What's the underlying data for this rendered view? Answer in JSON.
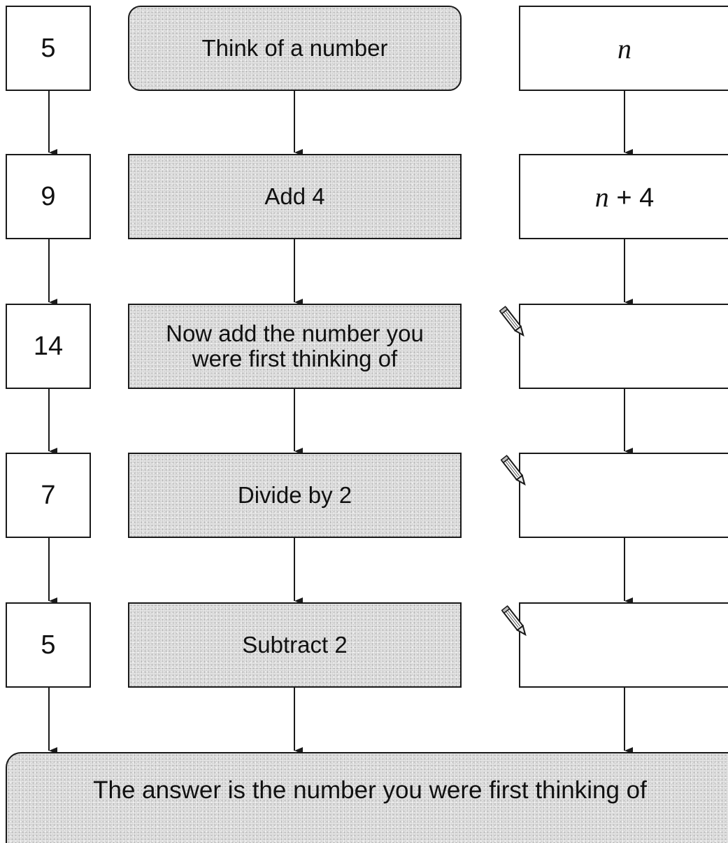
{
  "diagram": {
    "title": "",
    "numeric_column": [
      "5",
      "9",
      "14",
      "7",
      "5"
    ],
    "steps": [
      "Think of a number",
      "Add 4",
      "Now add the number you were first thinking of",
      "Divide by 2",
      "Subtract 2"
    ],
    "algebra_column": [
      {
        "var": "n",
        "rest": ""
      },
      {
        "var": "n",
        "rest": " + 4"
      },
      {
        "var": "",
        "rest": ""
      },
      {
        "var": "",
        "rest": ""
      },
      {
        "var": "",
        "rest": ""
      }
    ],
    "conclusion": "The answer is the number you were first thinking of",
    "icons": {
      "write_hint": "pencil-icon",
      "flow": "arrow-down-icon"
    },
    "colors": {
      "stroke": "#1a1a1a",
      "shaded_fill": "#e4e4e4",
      "plain_fill": "#ffffff"
    }
  }
}
